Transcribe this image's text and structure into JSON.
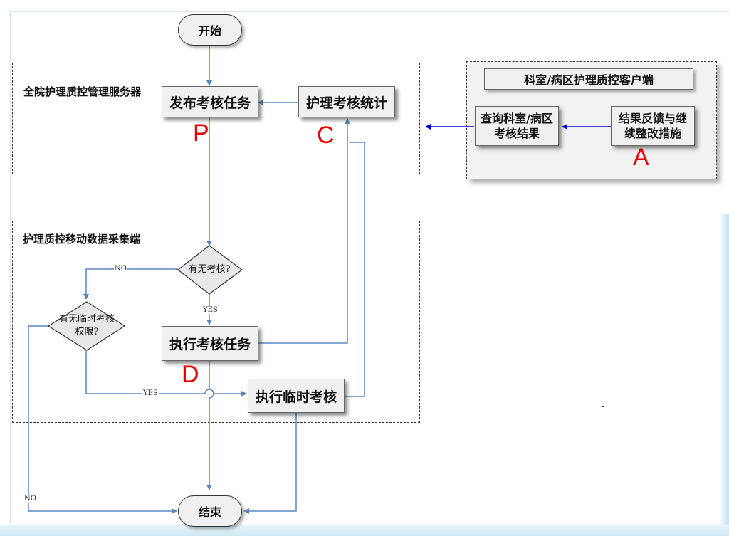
{
  "start": "开始",
  "end": "结束",
  "regions": {
    "server": "全院护理质控管理服务器",
    "mobile": "护理质控移动数据采集端",
    "client": "科室/病区护理质控客户端"
  },
  "nodes": {
    "publish_task": "发布考核任务",
    "nursing_stats": "护理考核统计",
    "query_results": "查询科室/病区\n考核结果",
    "feedback": "结果反馈与继\n续整改措施",
    "execute_task": "执行考核任务",
    "execute_temp": "执行临时考核"
  },
  "decisions": {
    "has_assessment": "有无考核?",
    "has_temp_permission": "有无临时考核\n权限?"
  },
  "edge_labels": {
    "no1": "NO",
    "yes1": "YES",
    "yes2": "YES",
    "no2": "NO"
  },
  "pdca": {
    "p": "P",
    "c": "C",
    "a": "A",
    "d": "D"
  },
  "colors": {
    "connector": "#5b87bd",
    "feedback_arrow": "#0000cc",
    "pdca_letters": "#e60000"
  }
}
